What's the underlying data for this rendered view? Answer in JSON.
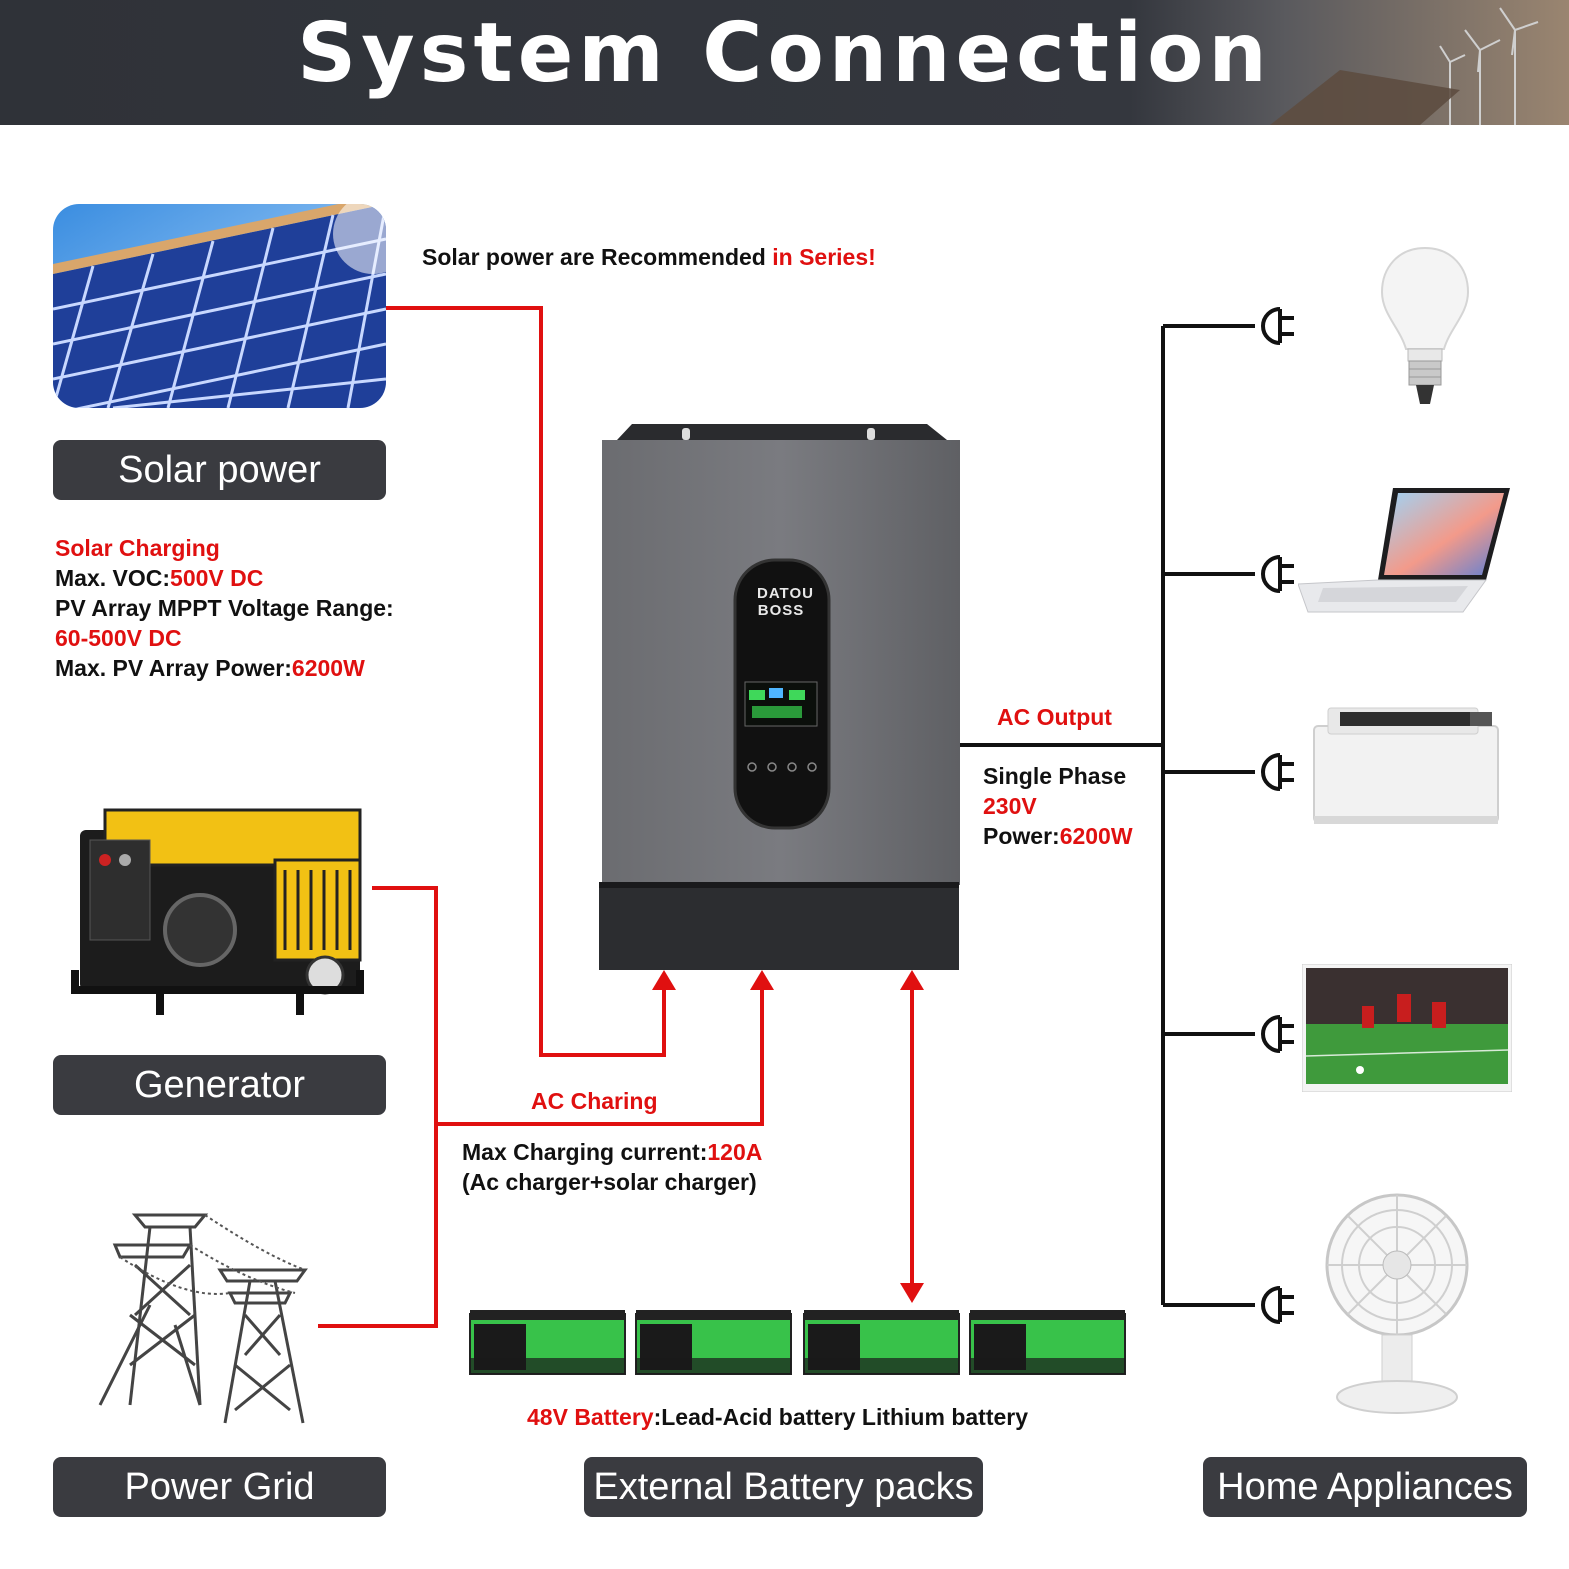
{
  "header": {
    "title": "System Connection"
  },
  "solar": {
    "label": "Solar power",
    "note_prefix": "Solar power are Recommended ",
    "note_highlight": "in Series!",
    "charging_title": "Solar Charging",
    "voc_label": "Max. VOC:",
    "voc_value": "500V DC",
    "mppt_label": "PV Array MPPT Voltage Range:",
    "mppt_value": "60-500V DC",
    "power_label": "Max. PV Array Power:",
    "power_value": "6200W"
  },
  "generator": {
    "label": "Generator"
  },
  "grid": {
    "label": "Power Grid"
  },
  "ac_charging": {
    "title": "AC Charing",
    "current_label": "Max Charging current:",
    "current_value": "120A",
    "note": "(Ac charger+solar charger)"
  },
  "ac_output": {
    "title": "AC Output",
    "phase": "Single Phase",
    "voltage": "230V",
    "power_label": "Power:",
    "power_value": "6200W"
  },
  "battery": {
    "label": "External Battery packs",
    "voltage": "48V Battery",
    "types": ":Lead-Acid battery Lithium battery"
  },
  "appliances": {
    "label": "Home Appliances"
  },
  "inverter": {
    "brand_line1": "DATOU",
    "brand_line2": "BOSS"
  },
  "colors": {
    "accent": "#e01010",
    "dark": "#3a3b40"
  }
}
